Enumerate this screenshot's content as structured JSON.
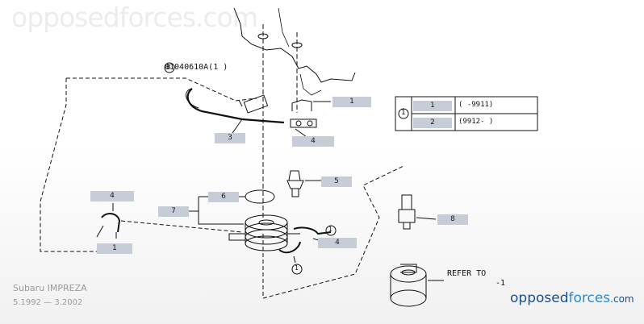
{
  "watermark": {
    "top": "opposedforces.com"
  },
  "brand": {
    "prefix": "opposed",
    "middle": "forces",
    "suffix": ".com"
  },
  "vehicle": {
    "model": "Subaru IMPREZA",
    "years": "5.1992 — 3.2002"
  },
  "diagram": {
    "bolt_code": "01040610A(1  )",
    "bolt_prefix_letter": "B",
    "refer_text": "REFER TO",
    "refer_num": "-1",
    "circled_ref": "1",
    "callouts": [
      "1",
      "3",
      "4",
      "5",
      "6",
      "7",
      "8",
      "4",
      "4",
      "1"
    ],
    "table": {
      "key": "1",
      "rows": [
        {
          "no": "1",
          "range": "(      -9911)"
        },
        {
          "no": "2",
          "range": "(9912-      )"
        }
      ]
    }
  },
  "colors": {
    "callout_fill": "#c7cdd6",
    "line": "#111111",
    "brand_dark": "#1c4d8c",
    "brand_light": "#2a8ad8"
  }
}
